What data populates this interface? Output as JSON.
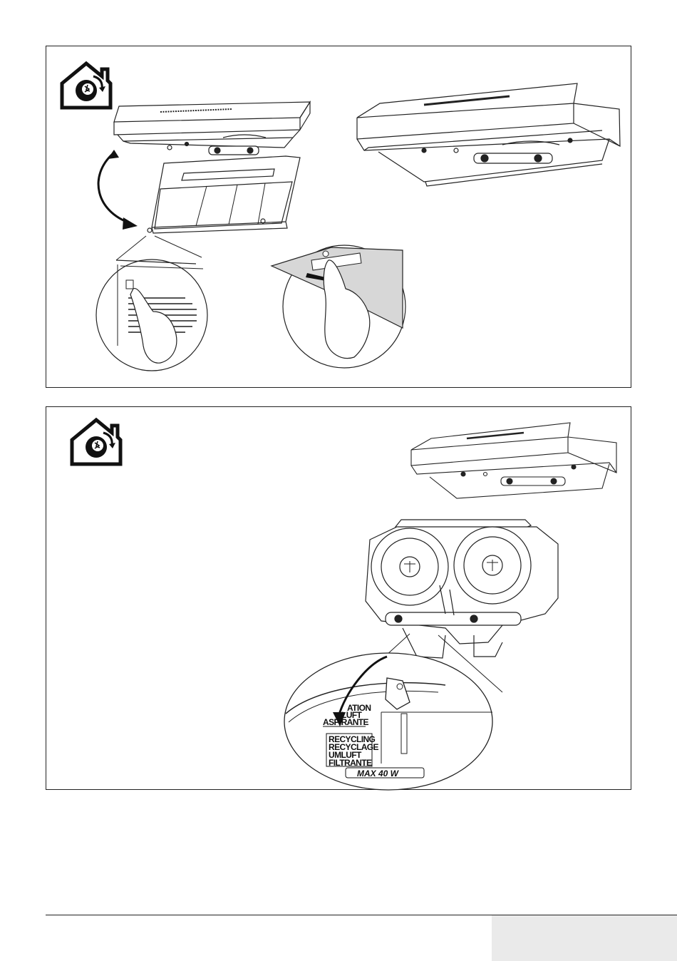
{
  "panel1": {
    "icon": "recirculation-house-icon",
    "step_icons": [
      "filter-latch-icon",
      "finger-press-icon",
      "push-arrow-icon"
    ]
  },
  "panel2": {
    "icon": "recirculation-house-icon",
    "switch_labels": {
      "extraction_a": "ATION",
      "extraction_b": "LUFT",
      "extraction_c": "ASPIRANTE",
      "recycling_1": "RECYCLING",
      "recycling_2": "RECYCLAGE",
      "recycling_3": "UMLUFT",
      "recycling_4": "FILTRANTE",
      "lamp_label": "MAX 40 W"
    }
  },
  "footer": {
    "page_box_color": "#eaeaea"
  }
}
